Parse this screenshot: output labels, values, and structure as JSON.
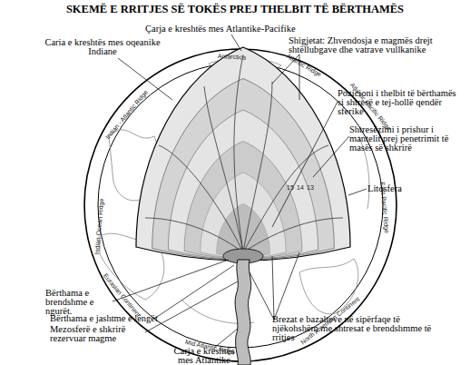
{
  "diagram": {
    "title": "SKEMË E RRITJES SË TOKËS PREJ THELBIT TË BËRTHAMËS",
    "labels": [
      "Çarja e kreshtës mes Atlantike-Pacifike",
      "Caria e kreshtës mes oqeanike Indiane",
      "Shigjetat: Zhvendosja e magmës drejt shtëllubgave dhe vatrave vullkanike",
      "Pozicioni i thelbit të bërthamës si shtresë e tej-hollë qendër sferike",
      "Shtresëzimi i prishur i mantelit prej penetrimit të masës së shkrirë",
      "Litosfera",
      "Bërthama e brendshme e ngurët.",
      "Bërthama e jashtme e lëngët",
      "Mezosferë e shkrirë rezervuar magme",
      "Brezat e bazalteve në sipërfaqe të njëkohshëm me shtresat e brendshmme të rritjes",
      "Carja e kreshtës mes Atlantike",
      "Antarctica",
      "Atlantic Ridge",
      "Atlantic Pacific Ridge",
      "East Pacific Ridge",
      "Indian - Atlantic Ridge",
      "Indian Ocean Ridge",
      "Eurasian Continent",
      "Mid Atlantic Ridge",
      "North American Continent",
      "15",
      "14",
      "13"
    ]
  }
}
